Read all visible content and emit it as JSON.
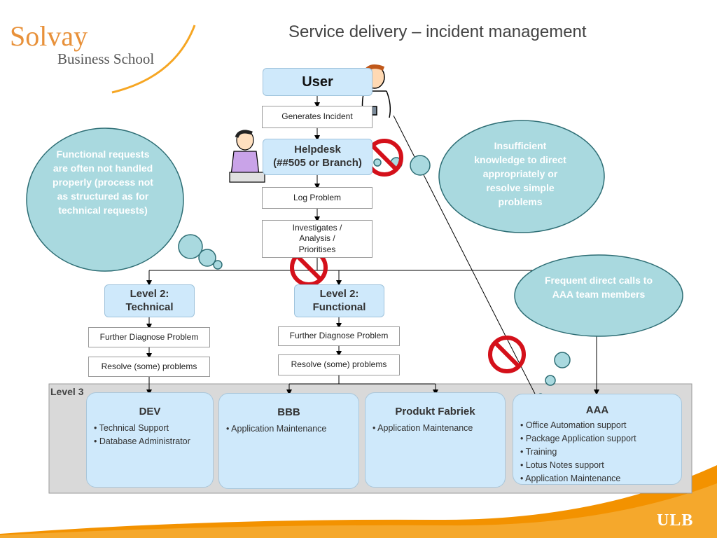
{
  "logo": {
    "line1": "Solvay",
    "line2": "Business School"
  },
  "title": "Service delivery – incident management",
  "flow": {
    "user": "User",
    "generates": "Generates Incident",
    "helpdesk_line1": "Helpdesk",
    "helpdesk_line2": "(##505 or Branch)",
    "log": "Log Problem",
    "investigates": "Investigates / Analysis / Prioritises"
  },
  "level2": {
    "technical": {
      "line1": "Level 2:",
      "line2": "Technical",
      "diagnose": "Further Diagnose Problem",
      "resolve": "Resolve (some) problems"
    },
    "functional": {
      "line1": "Level 2:",
      "line2": "Functional",
      "diagnose": "Further Diagnose Problem",
      "resolve": "Resolve (some) problems"
    }
  },
  "level3": {
    "label": "Level 3",
    "teams": [
      {
        "name": "DEV",
        "items": [
          "Technical Support",
          "Database Administrator"
        ]
      },
      {
        "name": "BBB",
        "items": [
          "Application Maintenance"
        ]
      },
      {
        "name": "Produkt Fabriek",
        "items": [
          "Application Maintenance"
        ]
      },
      {
        "name": "AAA",
        "items": [
          "Office Automation support",
          "Package Application support",
          "Training",
          "Lotus Notes support",
          "Application Maintenance"
        ]
      }
    ]
  },
  "clouds": {
    "functional": "Functional requests are often not handled properly (process not as structured as for technical requests)",
    "knowledge": "Insufficient knowledge to direct appropriately or resolve simple problems",
    "direct": "Frequent direct calls to AAA team members"
  },
  "footer_logo": "ULB",
  "colors": {
    "cloud": "#a9d9df",
    "box_blue": "#cfe9fb",
    "no_sign": "#d4101a",
    "swoosh": "#f39200"
  }
}
